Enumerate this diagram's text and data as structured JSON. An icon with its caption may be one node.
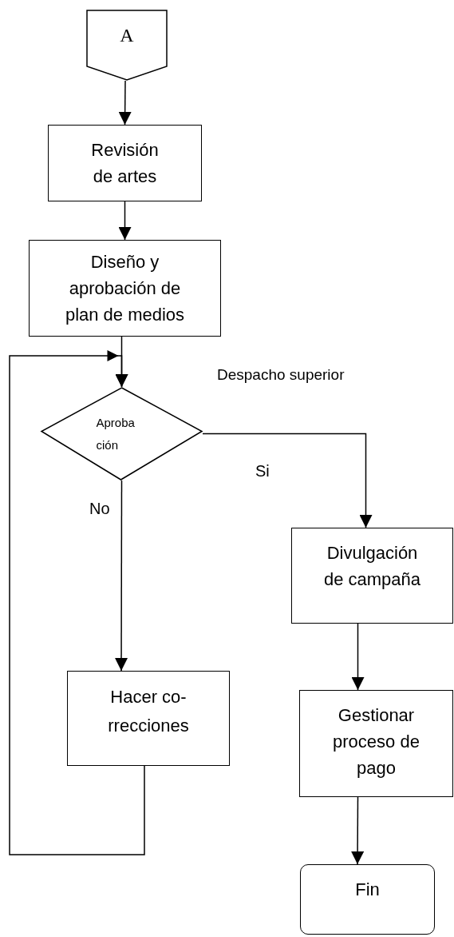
{
  "diagram": {
    "nodes": [
      {
        "text": [
          "A"
        ]
      },
      {
        "text": [
          "Revisión de artes"
        ]
      },
      {
        "text": [
          "Diseño y aprobación de plan de medios"
        ]
      },
      {
        "text": [
          "Aproba ción"
        ]
      },
      {
        "text": [
          "Divulgación de campaña"
        ]
      },
      {
        "text": [
          "Hacer co- rrecciones"
        ]
      },
      {
        "text": [
          "Gestionar proceso de pago"
        ]
      },
      {
        "text": [
          "Fin"
        ]
      }
    ],
    "edges": [
      {
        "from": 0,
        "to": 1,
        "arrow": "to"
      },
      {
        "from": 1,
        "to": 2,
        "arrow": "to"
      },
      {
        "from": 2,
        "to": 3,
        "arrow": "to"
      },
      {
        "from": 3,
        "to": 4,
        "arrow": "to",
        "label": "Si"
      },
      {
        "from": 3,
        "to": 5,
        "arrow": "to",
        "label": "No"
      },
      {
        "from": 5,
        "to": 3,
        "arrow": "to"
      },
      {
        "from": 4,
        "to": 6,
        "arrow": "to"
      },
      {
        "from": 6,
        "to": 7,
        "arrow": "to"
      }
    ],
    "labels": [
      "Despacho superior"
    ]
  }
}
